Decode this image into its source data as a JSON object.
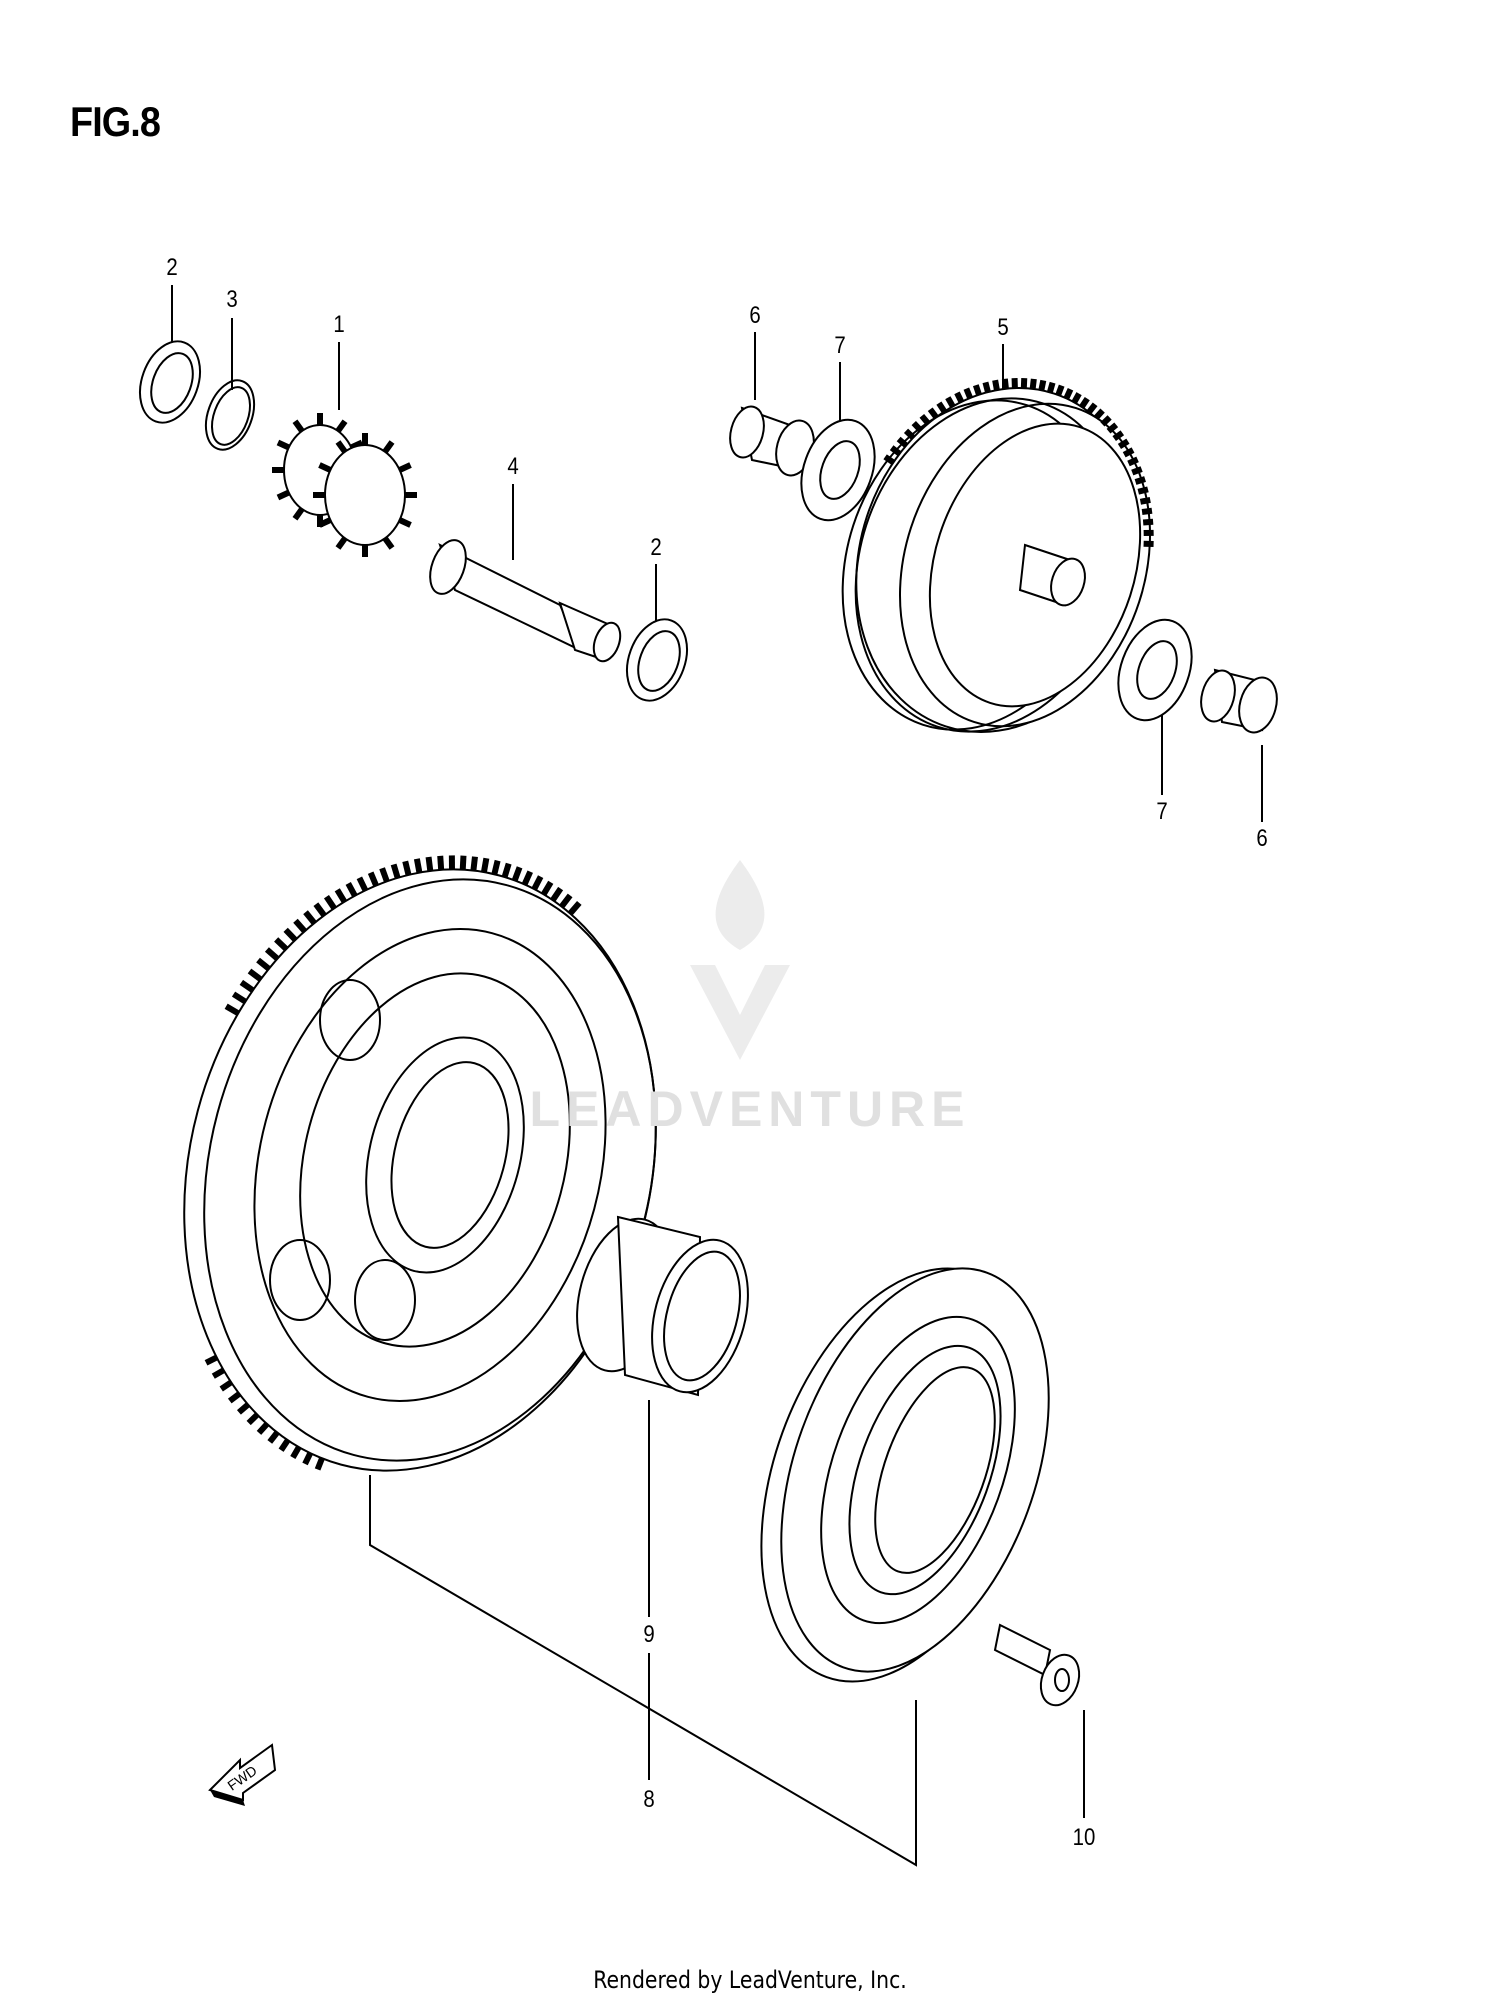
{
  "figure": {
    "title": "FIG.8"
  },
  "callouts": [
    "2",
    "3",
    "1",
    "4",
    "2",
    "6",
    "7",
    "5",
    "7",
    "6",
    "9",
    "8",
    "10"
  ],
  "fwd_label": "FWD",
  "watermark": {
    "text": "LEADVENTURE"
  },
  "footer": "Rendered by LeadVenture, Inc.",
  "colors": {
    "line": "#000000",
    "watermark": "#e6e6e6"
  }
}
